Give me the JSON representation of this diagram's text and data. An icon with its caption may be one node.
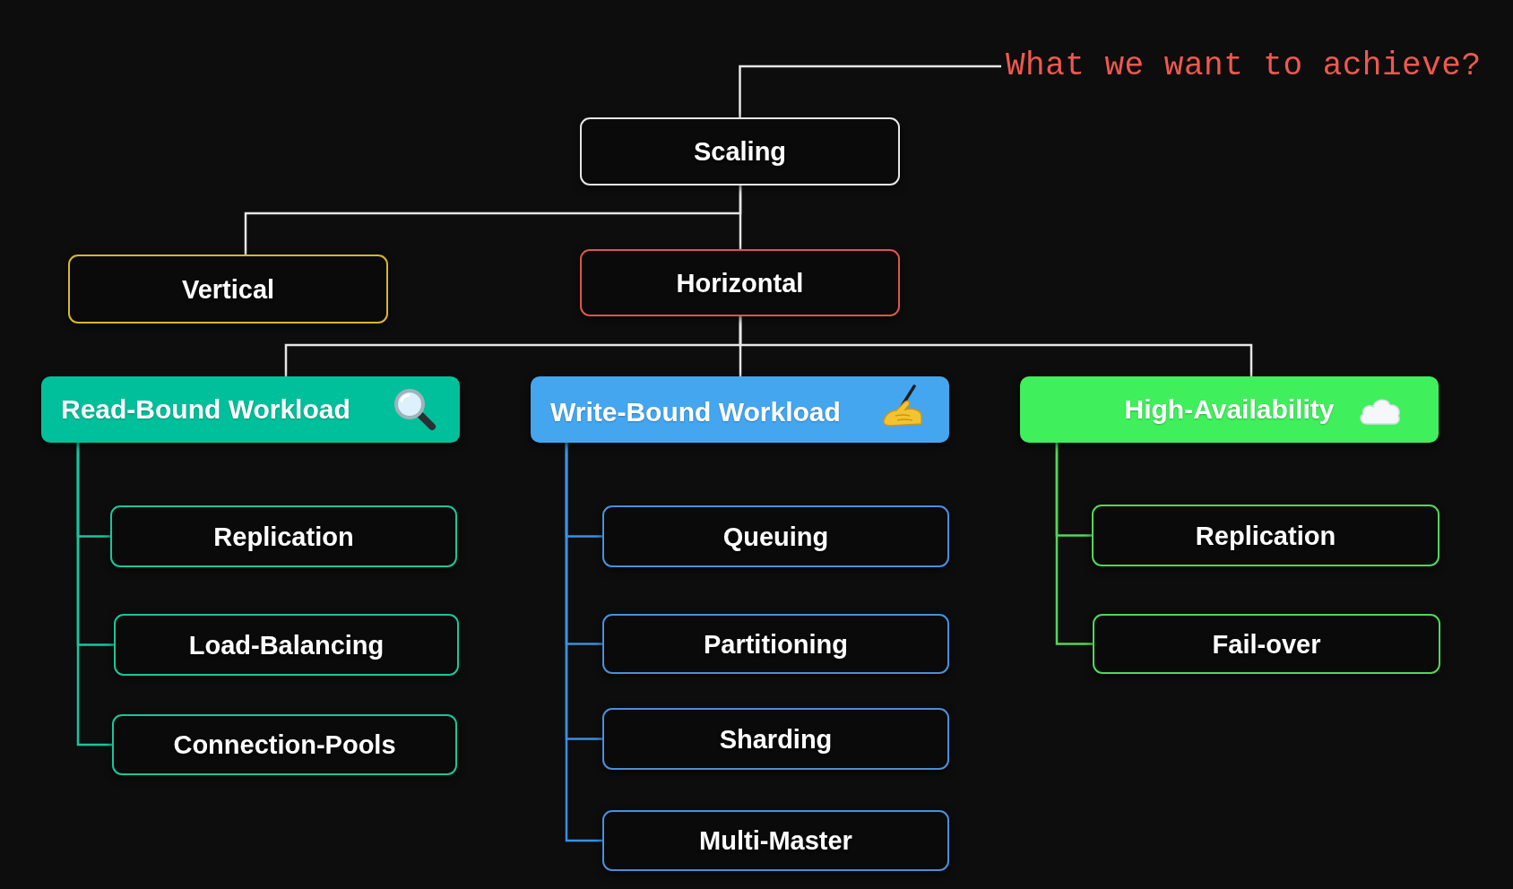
{
  "diagram": {
    "nodes": [
      {
        "text": [
          "What we want to achieve?"
        ]
      },
      {
        "text": [
          "Scaling"
        ]
      },
      {
        "text": [
          "Vertical"
        ]
      },
      {
        "text": [
          "Horizontal"
        ]
      },
      {
        "text": [
          "Read-Bound Workload"
        ]
      },
      {
        "text": [
          "Write-Bound Workload"
        ]
      },
      {
        "text": [
          "High-Availability"
        ]
      },
      {
        "text": [
          "Replication"
        ]
      },
      {
        "text": [
          "Load-Balancing"
        ]
      },
      {
        "text": [
          "Connection-Pools"
        ]
      },
      {
        "text": [
          "Queuing"
        ]
      },
      {
        "text": [
          "Partitioning"
        ]
      },
      {
        "text": [
          "Sharding"
        ]
      },
      {
        "text": [
          "Multi-Master"
        ]
      },
      {
        "text": [
          "Replication"
        ]
      },
      {
        "text": [
          "Fail-over"
        ]
      }
    ],
    "edges": [
      {
        "from": 0,
        "to": 1,
        "arrow": "none"
      },
      {
        "from": 1,
        "to": 2,
        "arrow": "none"
      },
      {
        "from": 1,
        "to": 3,
        "arrow": "none"
      },
      {
        "from": 3,
        "to": 4,
        "arrow": "none"
      },
      {
        "from": 3,
        "to": 5,
        "arrow": "none"
      },
      {
        "from": 3,
        "to": 6,
        "arrow": "none"
      },
      {
        "from": 4,
        "to": 7,
        "arrow": "none",
        "color": "#17c79b"
      },
      {
        "from": 4,
        "to": 8,
        "arrow": "none",
        "color": "#17c79b"
      },
      {
        "from": 4,
        "to": 9,
        "arrow": "none",
        "color": "#17c79b"
      },
      {
        "from": 5,
        "to": 10,
        "arrow": "none",
        "color": "#3d8fe0"
      },
      {
        "from": 5,
        "to": 11,
        "arrow": "none",
        "color": "#3d8fe0"
      },
      {
        "from": 5,
        "to": 12,
        "arrow": "none",
        "color": "#3d8fe0"
      },
      {
        "from": 5,
        "to": 13,
        "arrow": "none",
        "color": "#3d8fe0"
      },
      {
        "from": 6,
        "to": 14,
        "arrow": "none",
        "color": "#50d858"
      },
      {
        "from": 6,
        "to": 15,
        "arrow": "none",
        "color": "#50d858"
      }
    ]
  }
}
